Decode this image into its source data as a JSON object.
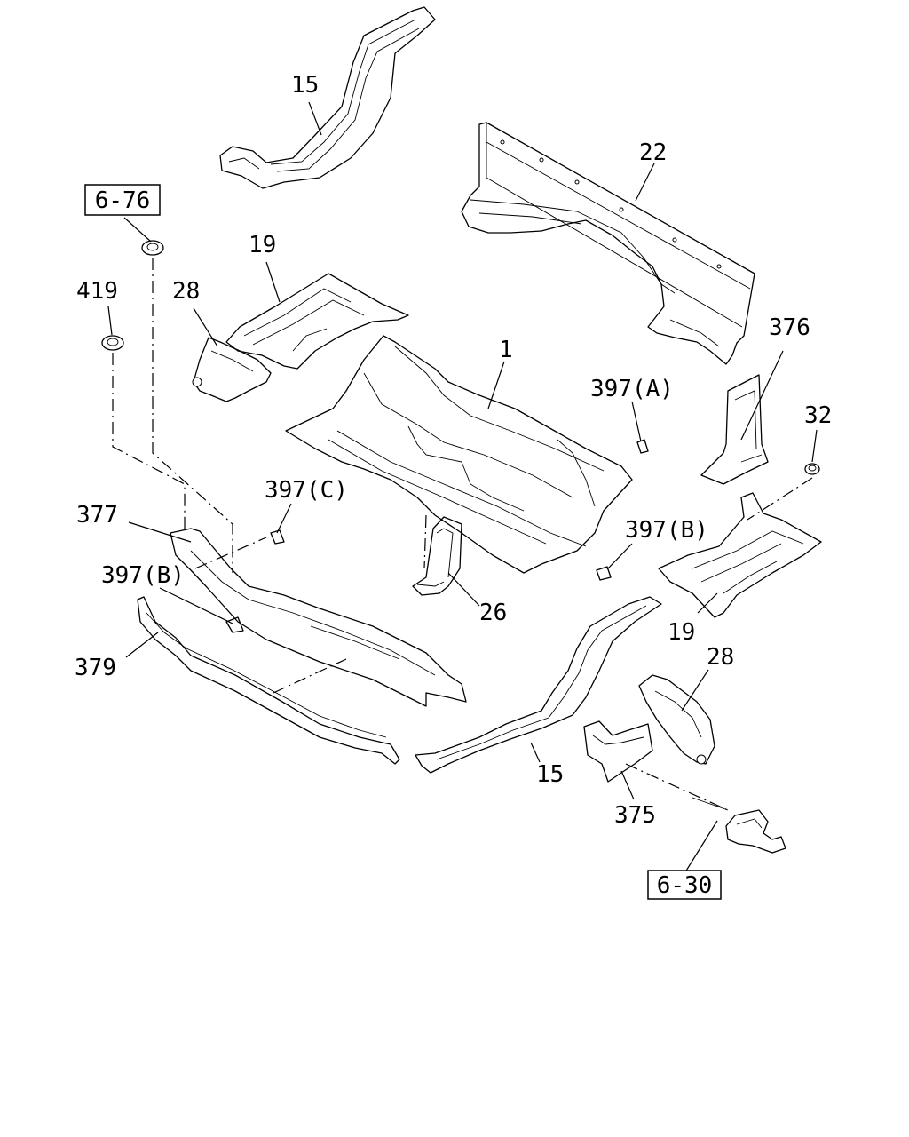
{
  "callouts": {
    "c15_top": "15",
    "c22": "22",
    "c19_top": "19",
    "c28_top": "28",
    "c419": "419",
    "c1": "1",
    "c397a": "397(A)",
    "c376": "376",
    "c32": "32",
    "c397c": "397(C)",
    "c377": "377",
    "c397b_left": "397(B)",
    "c397b_right": "397(B)",
    "c26": "26",
    "c19_bottom": "19",
    "c379": "379",
    "c28_bottom": "28",
    "c15_bottom": "15",
    "c375": "375"
  },
  "references": {
    "ref_top": "6-76",
    "ref_bottom": "6-30"
  }
}
